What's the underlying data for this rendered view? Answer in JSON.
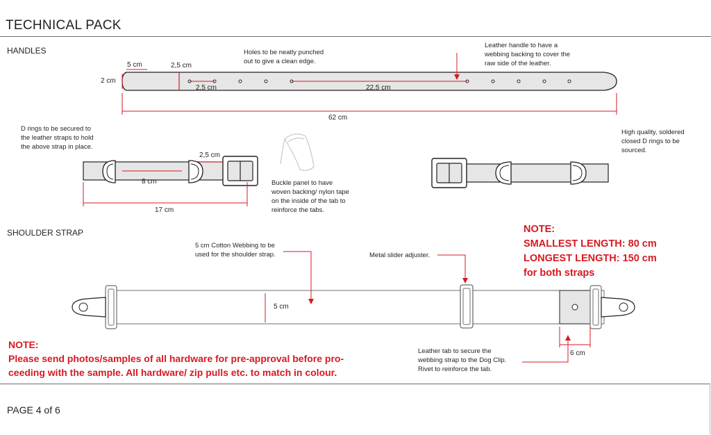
{
  "header": {
    "title": "TECHNICAL PACK"
  },
  "sections": {
    "handles": "HANDLES",
    "shoulder_strap": "SHOULDER STRAP"
  },
  "handles": {
    "notes": {
      "holes": [
        "Holes to be neatly punched",
        "out to give a clean edge."
      ],
      "leather_handle": [
        "Leather handle to have a",
        "webbing backing to cover the",
        "raw side of the leather."
      ],
      "d_rings_secured": [
        "D rings to be secured to",
        "the leather straps to hold",
        "the above strap in place."
      ],
      "buckle_panel": [
        "Buckle panel to have",
        "woven backing/ nylon tape",
        "on the inside of the tab to",
        "reinforce the tabs."
      ],
      "d_rings_quality": [
        "High quality, soldered",
        "closed D rings to be",
        "sourced."
      ]
    },
    "dimensions": {
      "end_length": "5 cm",
      "hole_offset": "2,5 cm",
      "width": "2 cm",
      "hole_spacing": "2,5 cm",
      "middle_span": "22,5 cm",
      "total_length": "62 cm",
      "tab_offset": "2,5 cm",
      "ring_span": "8 cm",
      "tab_length": "17 cm"
    }
  },
  "shoulder_strap": {
    "notes": {
      "webbing": [
        "5 cm Cotton Webbing to be",
        "used for the shoulder strap."
      ],
      "slider": [
        "Metal slider adjuster."
      ],
      "leather_tab": [
        "Leather tab to secure the",
        "webbing strap to the Dog Clip.",
        "Rivet to reinforce the tab."
      ]
    },
    "dimensions": {
      "width": "5 cm",
      "tab_width": "6 cm"
    },
    "note_lengths": [
      "NOTE:",
      "SMALLEST LENGTH: 80 cm",
      "LONGEST LENGTH: 150 cm",
      "for both straps"
    ]
  },
  "hardware_note": [
    "NOTE:",
    "Please send photos/samples of all hardware for pre-approval before pro-",
    "ceeding with the sample. All hardware/ zip pulls etc. to match in colour."
  ],
  "footer": {
    "page": "PAGE 4 of 6"
  },
  "colors": {
    "accent_red": "#d81921",
    "strap_fill": "#e6e6e6",
    "outline": "#231f20"
  }
}
